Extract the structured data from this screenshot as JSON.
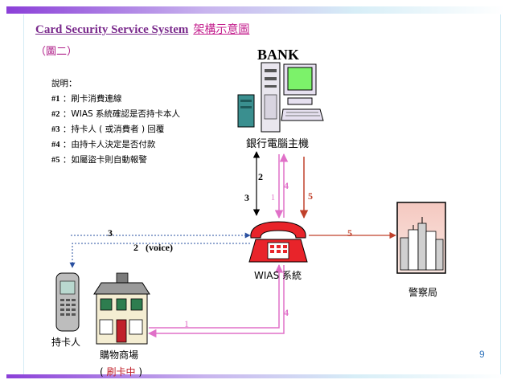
{
  "slide": {
    "title_en": "Card Security Service System",
    "title_zh": "架構示意圖",
    "subtitle": "（圖二）",
    "page_number": "9"
  },
  "notes": {
    "heading": "說明：",
    "items": [
      {
        "id": "#1",
        "sep": "：",
        "text": "刷卡消費連線"
      },
      {
        "id": "#2",
        "sep": "：",
        "text": "WIAS 系統確認是否持卡本人"
      },
      {
        "id": "#3",
        "sep": "：",
        "text": "持卡人 ( 或消費者 ) 回覆"
      },
      {
        "id": "#4",
        "sep": "：",
        "text": "由持卡人決定是否付款"
      },
      {
        "id": "#5",
        "sep": "：",
        "text": "如屬盜卡則自動報警"
      }
    ]
  },
  "nodes": {
    "bank": {
      "label": "BANK",
      "caption": "銀行電腦主機"
    },
    "wias": {
      "caption": "WIAS  系統"
    },
    "police": {
      "caption": "警察局"
    },
    "cardholder": {
      "caption": "持卡人"
    },
    "store": {
      "caption": "購物商場",
      "status_open": "( ",
      "status": "刷卡中",
      "status_close": " )"
    }
  },
  "edges": {
    "bank_to_wias_2": "2",
    "wias_to_bank_3": "3",
    "wias_to_bank_1": "1",
    "bank_to_wias_4": "4",
    "bank_to_wias_5": "5",
    "wias_to_police_5": "5",
    "phone_to_wias_3": "3",
    "wias_to_phone_2": "2   (voice)",
    "store_to_wias_1": "1",
    "wias_to_store_4": "4"
  },
  "colors": {
    "accent_purple": "#8b3fd8",
    "pink_arrow": "#e070c8",
    "red_arrow": "#c0402a",
    "title_purple": "#7a2a8c"
  }
}
